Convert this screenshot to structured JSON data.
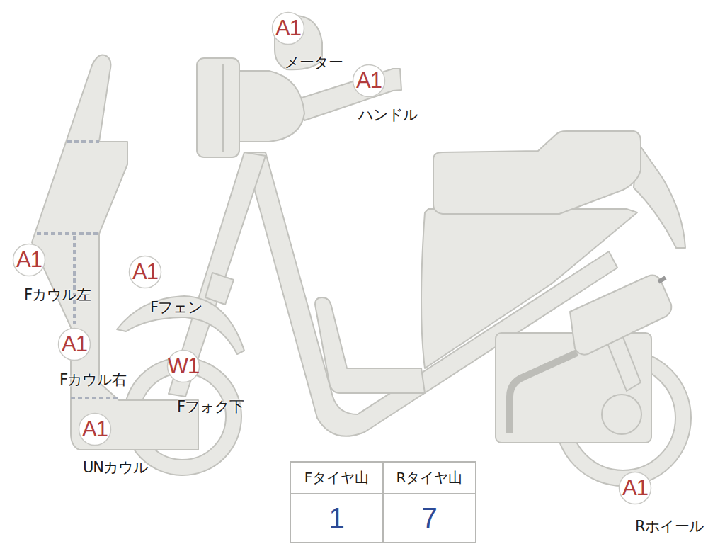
{
  "diagram": {
    "nodes": [
      {
        "text": [
          "A1",
          "メーター"
        ]
      },
      {
        "text": [
          "A1",
          "ハンドル"
        ]
      },
      {
        "text": [
          "A1",
          "Fカウル左"
        ]
      },
      {
        "text": [
          "A1",
          "Fフェン"
        ]
      },
      {
        "text": [
          "A1",
          "Fカウル右"
        ]
      },
      {
        "text": [
          "W1",
          "Fフォク下"
        ]
      },
      {
        "text": [
          "A1",
          "UNカウル"
        ]
      },
      {
        "text": [
          "A1",
          "Rホイール"
        ]
      }
    ],
    "labels": [
      "Fタイヤ山",
      "Rタイヤ山",
      "1",
      "7"
    ]
  }
}
